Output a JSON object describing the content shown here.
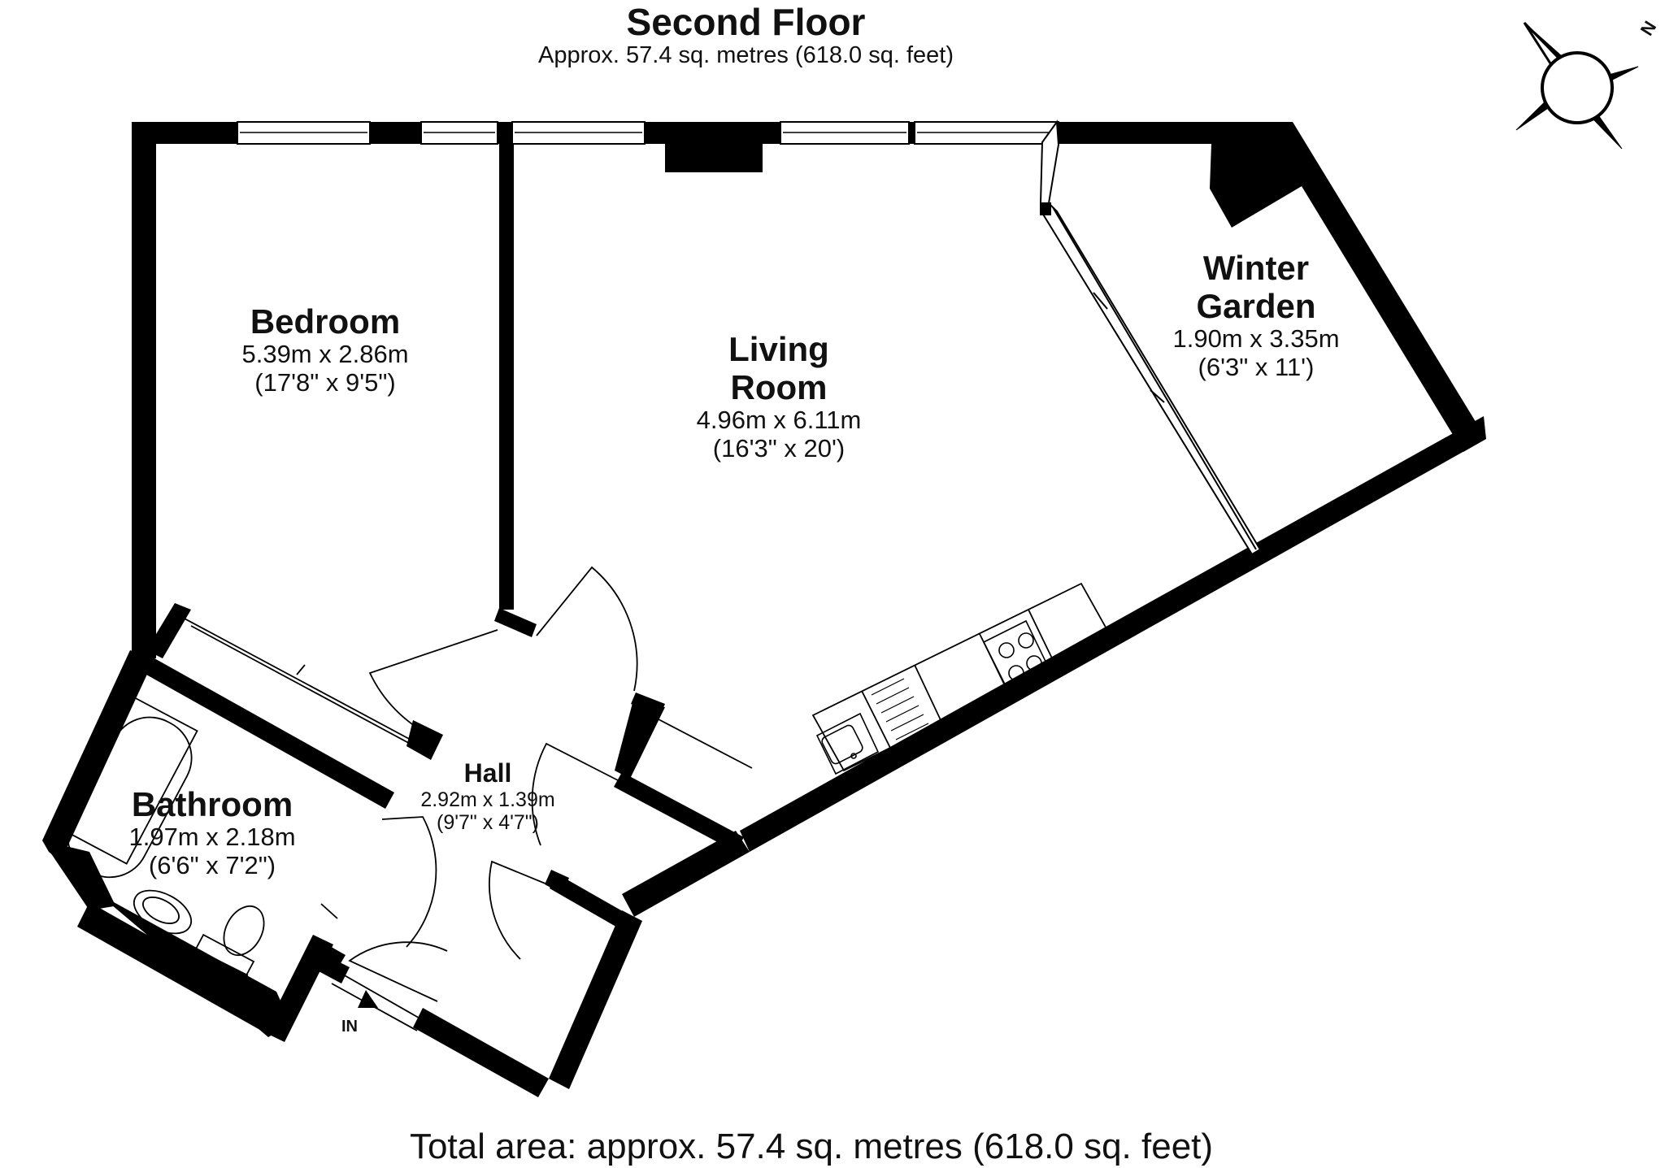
{
  "header": {
    "title": "Second Floor",
    "subtitle": "Approx. 57.4 sq. metres (618.0 sq. feet)"
  },
  "rooms": {
    "bedroom": {
      "name": "Bedroom",
      "metric": "5.39m x 2.86m",
      "imperial": "(17'8\" x 9'5\")"
    },
    "living": {
      "name_line1": "Living",
      "name_line2": "Room",
      "metric": "4.96m x 6.11m",
      "imperial": "(16'3\" x 20')"
    },
    "winter": {
      "name_line1": "Winter",
      "name_line2": "Garden",
      "metric": "1.90m x 3.35m",
      "imperial": "(6'3\" x 11')"
    },
    "bathroom": {
      "name": "Bathroom",
      "metric": "1.97m x 2.18m",
      "imperial": "(6'6\" x 7'2\")"
    },
    "hall": {
      "name": "Hall",
      "metric": "2.92m x 1.39m",
      "imperial": "(9'7\" x 4'7\")"
    }
  },
  "entrance_label": "IN",
  "compass_label": "N",
  "footer": {
    "total": "Total area: approx. 57.4 sq. metres (618.0 sq. feet)"
  },
  "colors": {
    "wall": "#000000",
    "background": "#ffffff",
    "fixture": "#555555"
  },
  "icons": [
    "compass-icon",
    "entrance-arrow-icon",
    "bath-icon",
    "sink-icon",
    "toilet-icon",
    "hob-icon",
    "kitchen-sink-icon"
  ]
}
